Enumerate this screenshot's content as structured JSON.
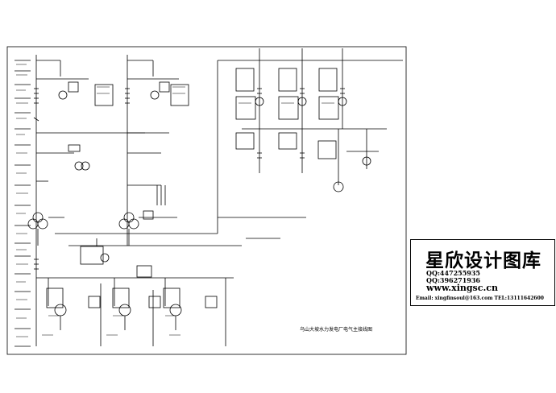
{
  "watermark": {
    "title": "星欣设计图库",
    "qq1": "QQ:447255935",
    "qq2": "QQ:396271936",
    "website": "www.xingsc.cn",
    "contact": "Email: xingfinsoul@163.com  TEL:13111642600"
  },
  "drawing": {
    "caption": "乌山大坡水力发电厂电气主接线图",
    "line_color": "#000000"
  }
}
